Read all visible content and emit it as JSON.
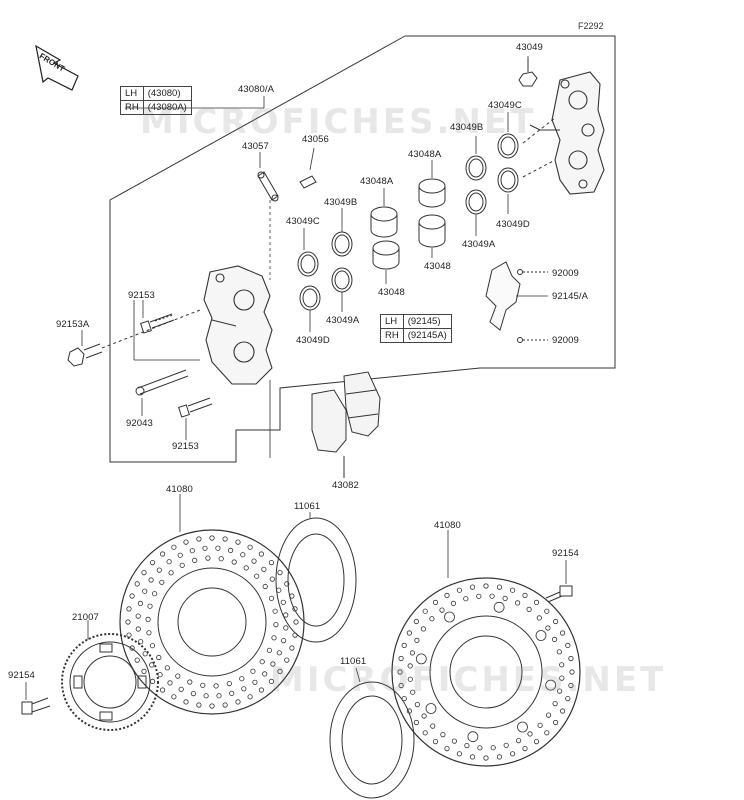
{
  "figure_code": "F2292",
  "front_label": "FRONT",
  "watermark": "MICROFICHES.NET",
  "tables": {
    "caliper": {
      "rows": [
        {
          "side": "LH",
          "part": "(43080)"
        },
        {
          "side": "RH",
          "part": "(43080A)"
        }
      ]
    },
    "bracket": {
      "rows": [
        {
          "side": "LH",
          "part": "(92145)"
        },
        {
          "side": "RH",
          "part": "(92145A)"
        }
      ]
    }
  },
  "labels": {
    "p43049": "43049",
    "p43080a": "43080/A",
    "p43049c_top": "43049C",
    "p43049b_top": "43049B",
    "p43057": "43057",
    "p43056": "43056",
    "p43048a_top": "43048A",
    "p43048a_mid": "43048A",
    "p43049b_mid": "43049B",
    "p43049d_top": "43049D",
    "p43049c_mid": "43049C",
    "p43049a_top": "43049A",
    "p43048_right": "43048",
    "p92009_top": "92009",
    "p92145a": "92145/A",
    "p92009_bot": "92009",
    "p43048_left": "43048",
    "p92153_top": "92153",
    "p92153a": "92153A",
    "p43049a_mid": "43049A",
    "p43049d_mid": "43049D",
    "p92043": "92043",
    "p92153_bot": "92153",
    "p43082": "43082",
    "p41080_left": "41080",
    "p11061_top": "11061",
    "p41080_right": "41080",
    "p92154_right": "92154",
    "p21007": "21007",
    "p11061_bot": "11061",
    "p92154_left": "92154"
  }
}
